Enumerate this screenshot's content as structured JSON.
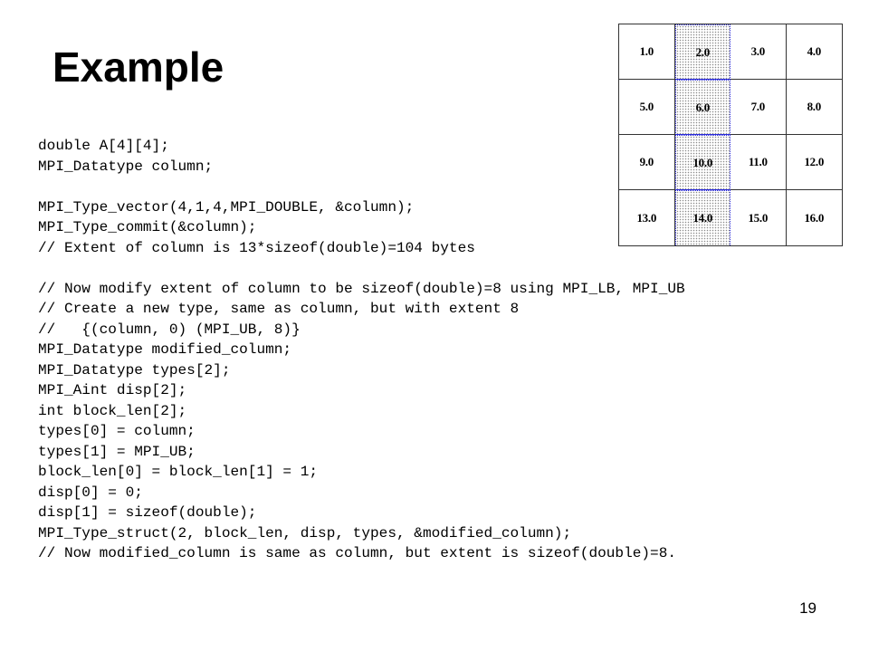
{
  "slide": {
    "title": "Example",
    "page_number": "19"
  },
  "code": {
    "lines": [
      "double A[4][4];",
      "MPI_Datatype column;",
      "",
      "MPI_Type_vector(4,1,4,MPI_DOUBLE, &column);",
      "MPI_Type_commit(&column);",
      "// Extent of column is 13*sizeof(double)=104 bytes",
      "",
      "// Now modify extent of column to be sizeof(double)=8 using MPI_LB, MPI_UB",
      "// Create a new type, same as column, but with extent 8",
      "//   {(column, 0) (MPI_UB, 8)}",
      "MPI_Datatype modified_column;",
      "MPI_Datatype types[2];",
      "MPI_Aint disp[2];",
      "int block_len[2];",
      "types[0] = column;",
      "types[1] = MPI_UB;",
      "block_len[0] = block_len[1] = 1;",
      "disp[0] = 0;",
      "disp[1] = sizeof(double);",
      "MPI_Type_struct(2, block_len, disp, types, &modified_column);",
      "// Now modified_column is same as column, but extent is sizeof(double)=8."
    ]
  },
  "matrix": {
    "highlighted_column": 1,
    "highlight_border_color": "#2a2ad8",
    "rows": [
      [
        "1.0",
        "2.0",
        "3.0",
        "4.0"
      ],
      [
        "5.0",
        "6.0",
        "7.0",
        "8.0"
      ],
      [
        "9.0",
        "10.0",
        "11.0",
        "12.0"
      ],
      [
        "13.0",
        "14.0",
        "15.0",
        "16.0"
      ]
    ]
  }
}
